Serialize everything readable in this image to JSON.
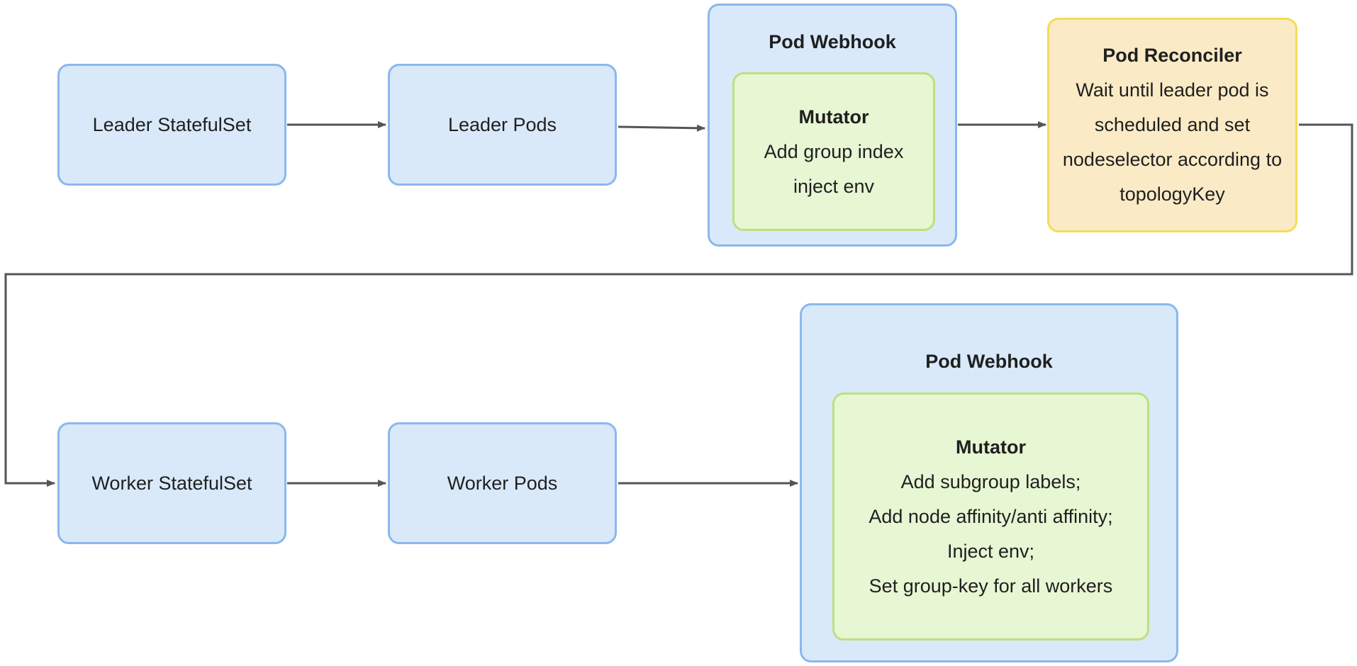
{
  "colors": {
    "blue_fill": "#d9e9fa",
    "blue_border": "#8ab8ec",
    "green_fill": "#e7f6d3",
    "green_border": "#bde07e",
    "yellow_fill": "#faebc6",
    "yellow_border": "#f5dc55",
    "edge": "#555555"
  },
  "top_row": {
    "leader_statefulset": "Leader StatefulSet",
    "leader_pods": "Leader Pods",
    "webhook": {
      "title": "Pod Webhook",
      "mutator_title": "Mutator",
      "lines": [
        "Add group index",
        "inject env"
      ]
    },
    "reconciler": {
      "title": "Pod Reconciler",
      "lines": [
        "Wait until leader pod is",
        "scheduled and set",
        "nodeselector according to",
        "topologyKey"
      ]
    }
  },
  "bottom_row": {
    "worker_statefulset": "Worker StatefulSet",
    "worker_pods": "Worker Pods",
    "webhook": {
      "title": "Pod Webhook",
      "mutator_title": "Mutator",
      "lines": [
        "Add subgroup labels;",
        "Add node affinity/anti affinity;",
        "Inject env;",
        "Set group-key for all workers"
      ]
    }
  }
}
